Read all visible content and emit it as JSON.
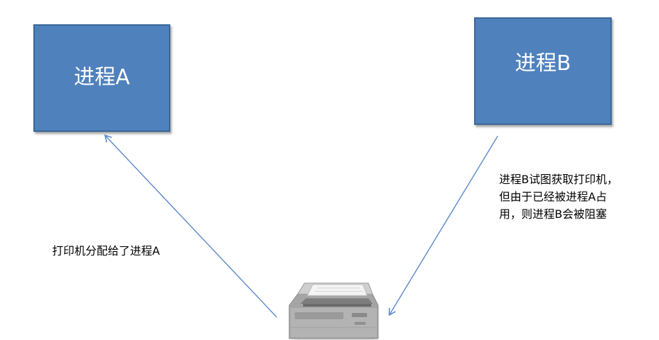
{
  "process_a": {
    "label": "进程A"
  },
  "process_b": {
    "label": "进程B"
  },
  "note_left": {
    "text": "打印机分配给了进程A"
  },
  "note_right": {
    "lines": [
      "进程B试图获取打印机，",
      "但由于已经被进程A占",
      "用，则进程B会被阻塞"
    ]
  },
  "icons": {
    "printer": "printer-icon"
  },
  "colors": {
    "box_fill": "#4f81bd",
    "box_border": "#3a6796",
    "arrow": "#5b87c7"
  }
}
